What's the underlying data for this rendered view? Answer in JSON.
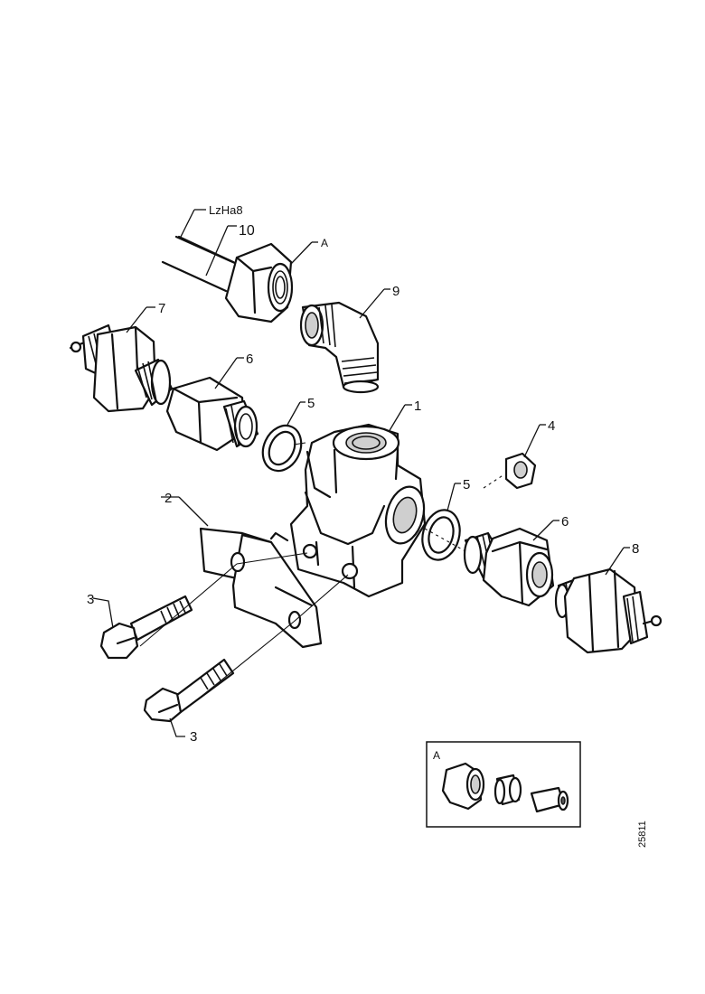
{
  "callouts": {
    "tube_spec": "LzHa8",
    "tube": "10",
    "detail_ref": "A",
    "elbow": "9",
    "switch_left": "7",
    "adapter_left": "6",
    "washer_left": "5",
    "tee_block": "1",
    "nut": "4",
    "washer_right": "5",
    "adapter_right": "6",
    "switch_right": "8",
    "bracket": "2",
    "bolt_upper": "3",
    "bolt_lower": "3"
  },
  "inset": {
    "label": "A"
  },
  "figure_number": "25811"
}
